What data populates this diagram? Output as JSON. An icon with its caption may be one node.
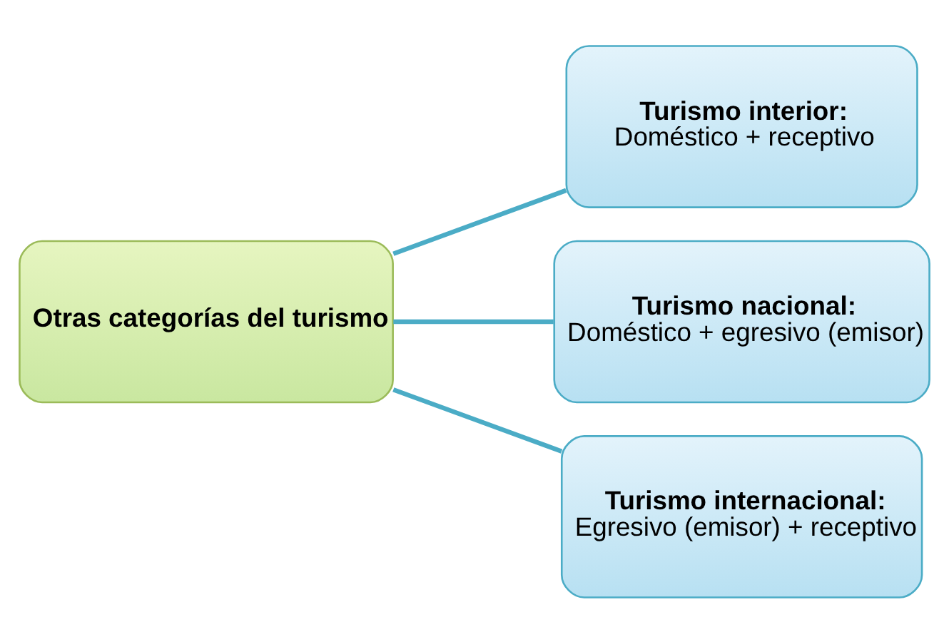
{
  "diagram": {
    "nodes": [
      {
        "text": [
          "Otras categorías del turismo"
        ]
      },
      {
        "text": [
          "Turismo interior:",
          "Doméstico + receptivo"
        ]
      },
      {
        "text": [
          "Turismo nacional:",
          "Doméstico + egresivo (emisor)"
        ]
      },
      {
        "text": [
          "Turismo internacional:",
          "Egresivo (emisor) + receptivo"
        ]
      }
    ],
    "edges": [
      {
        "from": 0,
        "to": 1,
        "arrow": "none"
      },
      {
        "from": 0,
        "to": 2,
        "arrow": "none"
      },
      {
        "from": 0,
        "to": 3,
        "arrow": "none"
      }
    ]
  }
}
